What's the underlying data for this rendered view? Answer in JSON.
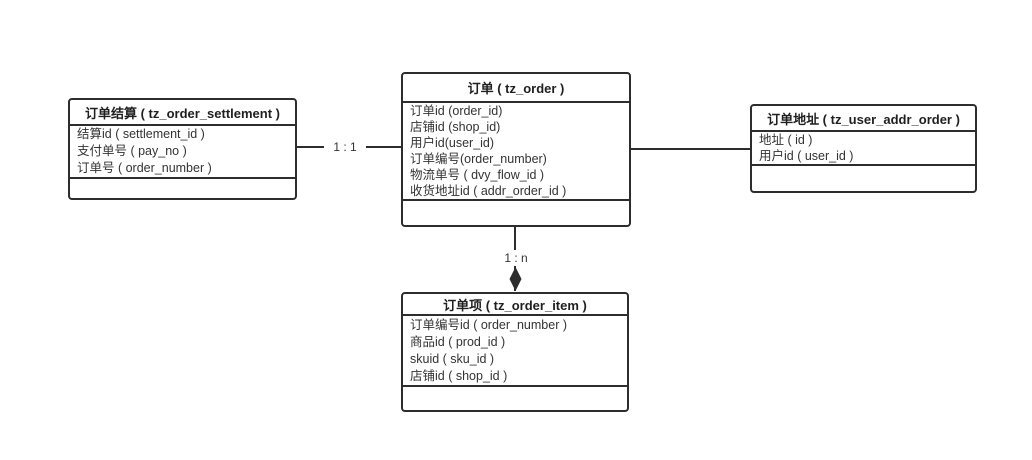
{
  "diagram": {
    "entities": [
      {
        "id": "tz_order_settlement",
        "title": "订单结算 ( tz_order_settlement )",
        "fields": [
          "结算id ( settlement_id )",
          "支付单号 ( pay_no )",
          "订单号 ( order_number )"
        ]
      },
      {
        "id": "tz_order",
        "title": "订单 ( tz_order )",
        "fields": [
          "订单id (order_id)",
          "店铺id (shop_id)",
          "用户id(user_id)",
          "订单编号(order_number)",
          "物流单号 ( dvy_flow_id )",
          "收货地址id ( addr_order_id )"
        ]
      },
      {
        "id": "tz_user_addr_order",
        "title": "订单地址 ( tz_user_addr_order )",
        "fields": [
          "地址 ( id )",
          "用户id ( user_id )"
        ]
      },
      {
        "id": "tz_order_item",
        "title": "订单项 ( tz_order_item )",
        "fields": [
          "订单编号id ( order_number )",
          "商品id ( prod_id )",
          "skuid ( sku_id )",
          "店铺id ( shop_id )"
        ]
      }
    ],
    "relations": [
      {
        "from": "tz_order_settlement",
        "to": "tz_order",
        "label": "1 : 1",
        "marker": "none"
      },
      {
        "from": "tz_order",
        "to": "tz_user_addr_order",
        "label": "",
        "marker": "none"
      },
      {
        "from": "tz_order",
        "to": "tz_order_item",
        "label": "1 : n",
        "marker": "filled-diamond"
      }
    ],
    "colors": {
      "line": "#2d2d2d",
      "text": "#333333",
      "background": "#ffffff"
    }
  }
}
